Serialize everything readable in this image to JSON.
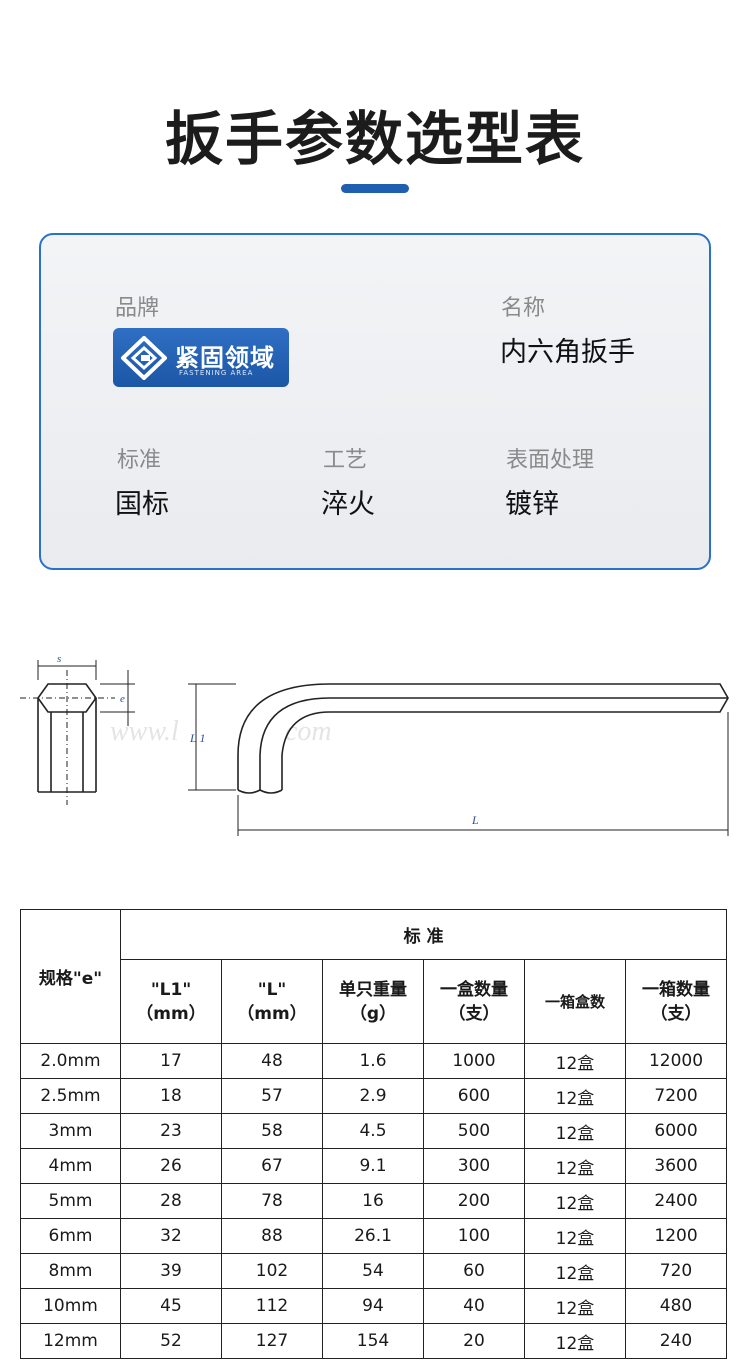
{
  "title": "扳手参数选型表",
  "info": {
    "brand_label": "品牌",
    "brand_logo_text": "紧固领域",
    "brand_logo_sub": "FASTENING AREA",
    "name_label": "名称",
    "name_value": "内六角扳手",
    "standard_label": "标准",
    "standard_value": "国标",
    "process_label": "工艺",
    "process_value": "淬火",
    "surface_label": "表面处理",
    "surface_value": "镀锌"
  },
  "diagram": {
    "s": "s",
    "e": "e",
    "l1": "L 1",
    "l": "L",
    "watermark": "www.l"
  },
  "table": {
    "spec_header": "规格\"e\"",
    "group_header": "标 准",
    "columns": [
      {
        "line1": "\"L1\"",
        "line2": "（mm）"
      },
      {
        "line1": "\"L\"",
        "line2": "（mm）"
      },
      {
        "line1": "单只重量",
        "line2": "（g）"
      },
      {
        "line1": "一盒数量",
        "line2": "（支）"
      },
      {
        "line1": "一箱盒数",
        "line2": ""
      },
      {
        "line1": "一箱数量",
        "line2": "（支）"
      }
    ],
    "rows": [
      [
        "2.0mm",
        "17",
        "48",
        "1.6",
        "1000",
        "12盒",
        "12000"
      ],
      [
        "2.5mm",
        "18",
        "57",
        "2.9",
        "600",
        "12盒",
        "7200"
      ],
      [
        "3mm",
        "23",
        "58",
        "4.5",
        "500",
        "12盒",
        "6000"
      ],
      [
        "4mm",
        "26",
        "67",
        "9.1",
        "300",
        "12盒",
        "3600"
      ],
      [
        "5mm",
        "28",
        "78",
        "16",
        "200",
        "12盒",
        "2400"
      ],
      [
        "6mm",
        "32",
        "88",
        "26.1",
        "100",
        "12盒",
        "1200"
      ],
      [
        "8mm",
        "39",
        "102",
        "54",
        "60",
        "12盒",
        "720"
      ],
      [
        "10mm",
        "45",
        "112",
        "94",
        "40",
        "12盒",
        "480"
      ],
      [
        "12mm",
        "52",
        "127",
        "154",
        "20",
        "12盒",
        "240"
      ]
    ]
  }
}
